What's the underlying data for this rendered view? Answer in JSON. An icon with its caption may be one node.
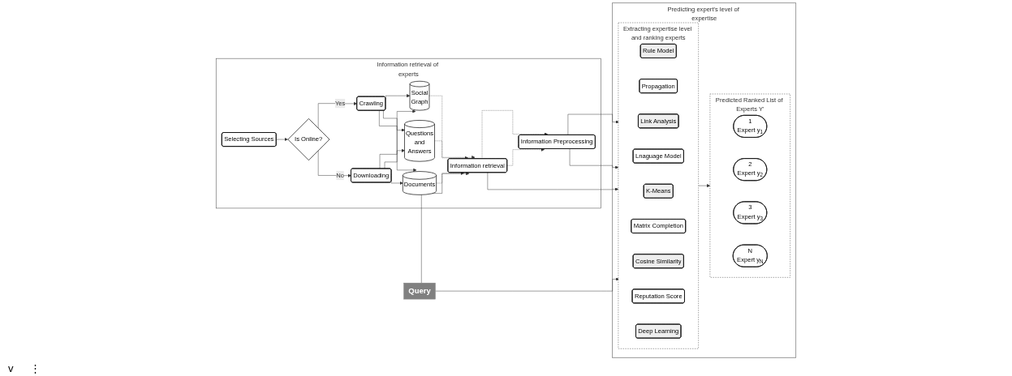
{
  "diagram": {
    "nodes": [
      {
        "text": [
          "Information retrieval of experts"
        ]
      },
      {
        "text": [
          "Selecting Sources"
        ],
        "in": 0
      },
      {
        "text": [
          "Is Online?"
        ],
        "in": 0
      },
      {
        "text": [
          "Crawling"
        ],
        "in": 0
      },
      {
        "text": [
          "Downloading"
        ],
        "in": 0
      },
      {
        "text": [
          "Social Graph"
        ],
        "in": 0
      },
      {
        "text": [
          "Documents"
        ],
        "in": 0
      },
      {
        "text": [
          "Questions and Answers"
        ],
        "in": 0
      },
      {
        "text": [
          "Information Preprocessing"
        ],
        "in": 0
      },
      {
        "text": [
          "Information retrieval"
        ],
        "in": 0
      },
      {
        "text": [
          "Query"
        ]
      },
      {
        "text": [
          "Predicting expert's level of expertise"
        ]
      },
      {
        "text": [
          "Extracting expertise level and ranking experts"
        ],
        "in": 11
      },
      {
        "text": [
          "Rule Model"
        ],
        "in": 12
      },
      {
        "text": [
          "Propagation"
        ],
        "in": 12
      },
      {
        "text": [
          "Link Analysis"
        ],
        "in": 12
      },
      {
        "text": [
          "Lnaguage Model"
        ],
        "in": 12
      },
      {
        "text": [
          "K-Means"
        ],
        "in": 12
      },
      {
        "text": [
          "Matrix Completion"
        ],
        "in": 12
      },
      {
        "text": [
          "Cosine Similarity"
        ],
        "in": 12
      },
      {
        "text": [
          "Reputation Score"
        ],
        "in": 12
      },
      {
        "text": [
          "Deep Learning"
        ],
        "in": 12
      },
      {
        "text": [
          "Predicted Ranked List of Experts Y'"
        ],
        "in": 11
      },
      {
        "text": [
          "1",
          "Expert y$_{1}$"
        ],
        "in": 22
      },
      {
        "text": [
          "2",
          "Expert y$_{2}$"
        ],
        "in": 22
      },
      {
        "text": [
          "3",
          "Expert y$_{3}$"
        ],
        "in": 22
      },
      {
        "text": [
          "N",
          "Expert y$_{N}$"
        ],
        "in": 22
      }
    ],
    "edges": [
      {
        "from": 1,
        "to": 2,
        "arrow": "to"
      },
      {
        "from": 2,
        "to": 3,
        "label": "Yes",
        "arrow": "to"
      },
      {
        "from": 2,
        "to": 4,
        "label": "No",
        "arrow": "to"
      },
      {
        "from": 3,
        "to": 5,
        "arrow": "to"
      },
      {
        "from": 3,
        "to": 6,
        "arrow": "to"
      },
      {
        "from": 3,
        "to": 7,
        "arrow": "to"
      },
      {
        "from": 4,
        "to": 7,
        "arrow": "to"
      },
      {
        "from": 4,
        "to": 5,
        "arrow": "to"
      },
      {
        "from": 4,
        "to": 6,
        "arrow": "to"
      },
      {
        "from": 5,
        "to": 9,
        "arrow": "to",
        "style": "dashed"
      },
      {
        "from": 6,
        "to": 9,
        "arrow": "to",
        "style": "dashed"
      },
      {
        "from": 7,
        "to": 9,
        "arrow": "to",
        "style": "dashed"
      },
      {
        "from": 9,
        "to": 8,
        "arrow": "to",
        "style": "dashed"
      },
      {
        "from": 9,
        "to": 8,
        "arrow": "to",
        "style": "dashed"
      },
      {
        "from": 10,
        "to": 9,
        "arrow": "to"
      },
      {
        "from": 10,
        "to": 12,
        "arrow": "to"
      },
      {
        "from": 9,
        "to": 12,
        "arrow": "to"
      },
      {
        "from": 8,
        "to": 12,
        "arrow": "to"
      },
      {
        "from": 8,
        "to": 12,
        "arrow": "to"
      },
      {
        "from": 12,
        "to": 22,
        "arrow": "to"
      }
    ],
    "labels": [
      "v",
      "⋮"
    ]
  }
}
